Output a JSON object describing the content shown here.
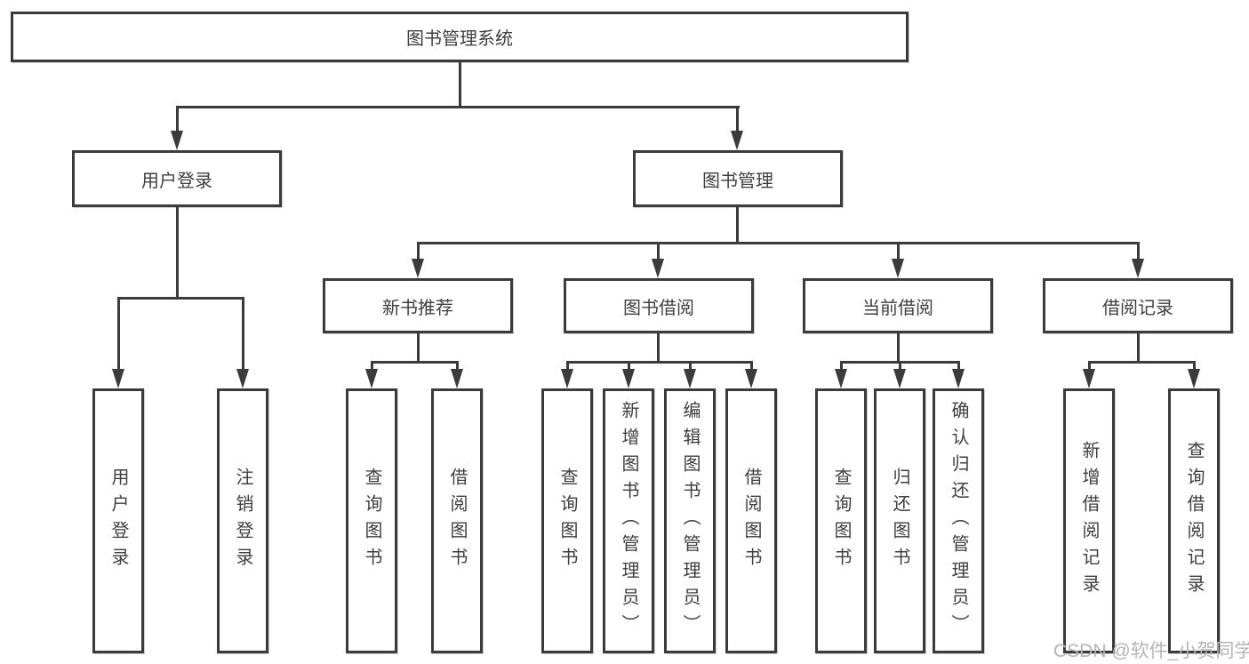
{
  "diagram": {
    "root": "图书管理系统",
    "level2": {
      "user_login": "用户登录",
      "book_mgmt": "图书管理"
    },
    "level3": [
      "新书推荐",
      "图书借阅",
      "当前借阅",
      "借阅记录"
    ],
    "leaves": {
      "login": [
        "用户登录",
        "注销登录"
      ],
      "recommend": [
        "查询图书",
        "借阅图书"
      ],
      "borrow": [
        "查询图书",
        "新增图书（管理员）",
        "编辑图书（管理员）",
        "借阅图书"
      ],
      "current": [
        "查询图书",
        "归还图书",
        "确认归还（管理员）"
      ],
      "records": [
        "新增借阅记录",
        "查询借阅记录"
      ]
    },
    "colors": {
      "line": "#3b3b3b",
      "text": "#3f3f3f",
      "background": "#ffffff",
      "watermark": "#b5b5b5"
    },
    "watermark": "CSDN @软件_小贺同学"
  }
}
